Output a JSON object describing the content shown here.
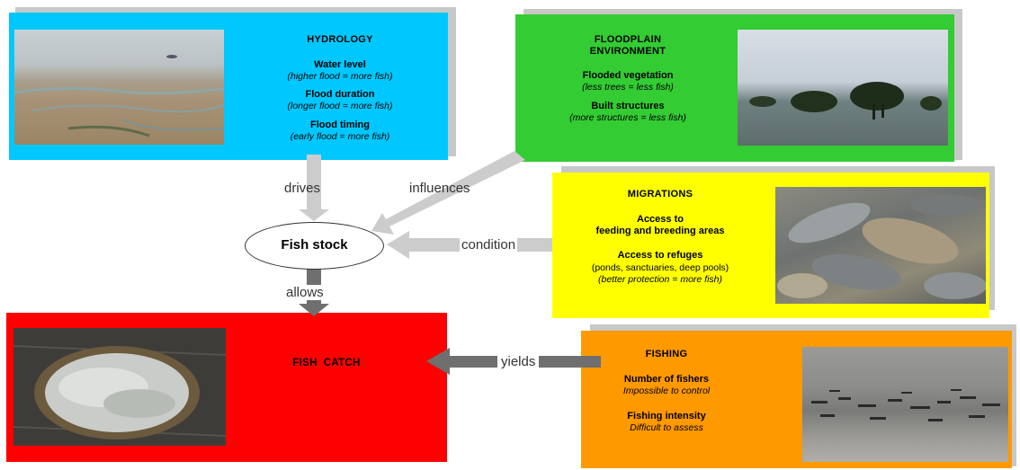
{
  "hydrology": {
    "title": "HYDROLOGY",
    "items": [
      {
        "label": "Water level",
        "note": "(higher flood = more fish)"
      },
      {
        "label": "Flood duration",
        "note": "(longer flood = more fish)"
      },
      {
        "label": "Flood timing",
        "note": "(early flood = more fish)"
      }
    ]
  },
  "floodplain": {
    "title_line1": "FLOODPLAIN",
    "title_line2": "ENVIRONMENT",
    "items": [
      {
        "label": "Flooded vegetation",
        "note": "(less trees = less fish)"
      },
      {
        "label": "Built structures",
        "note": "(more structures = less fish)"
      }
    ]
  },
  "migrations": {
    "title": "MIGRATIONS",
    "access1_line1": "Access to",
    "access1_line2": "feeding and breeding areas",
    "access2_label": "Access to refuges",
    "access2_detail": "(ponds, sanctuaries, deep pools)",
    "access2_note": "(better protection = more fish)"
  },
  "fishing": {
    "title": "FISHING",
    "items": [
      {
        "label": "Number of fishers",
        "note": "Impossible to control"
      },
      {
        "label": "Fishing intensity",
        "note": "Difficult to assess"
      }
    ]
  },
  "fish_catch": {
    "title": "FISH  CATCH"
  },
  "fish_stock": {
    "label": "Fish stock"
  },
  "relations": {
    "drives": "drives",
    "influences": "influences",
    "condition": "condition",
    "allows": "allows",
    "yields": "yields"
  },
  "colors": {
    "hydrology": "#00c8ff",
    "floodplain": "#33cc33",
    "migrations": "#ffff00",
    "fishing": "#ff9900",
    "fish_catch": "#ff0000",
    "arrow_light": "#cccccc",
    "arrow_dark": "#6f6f6f"
  }
}
